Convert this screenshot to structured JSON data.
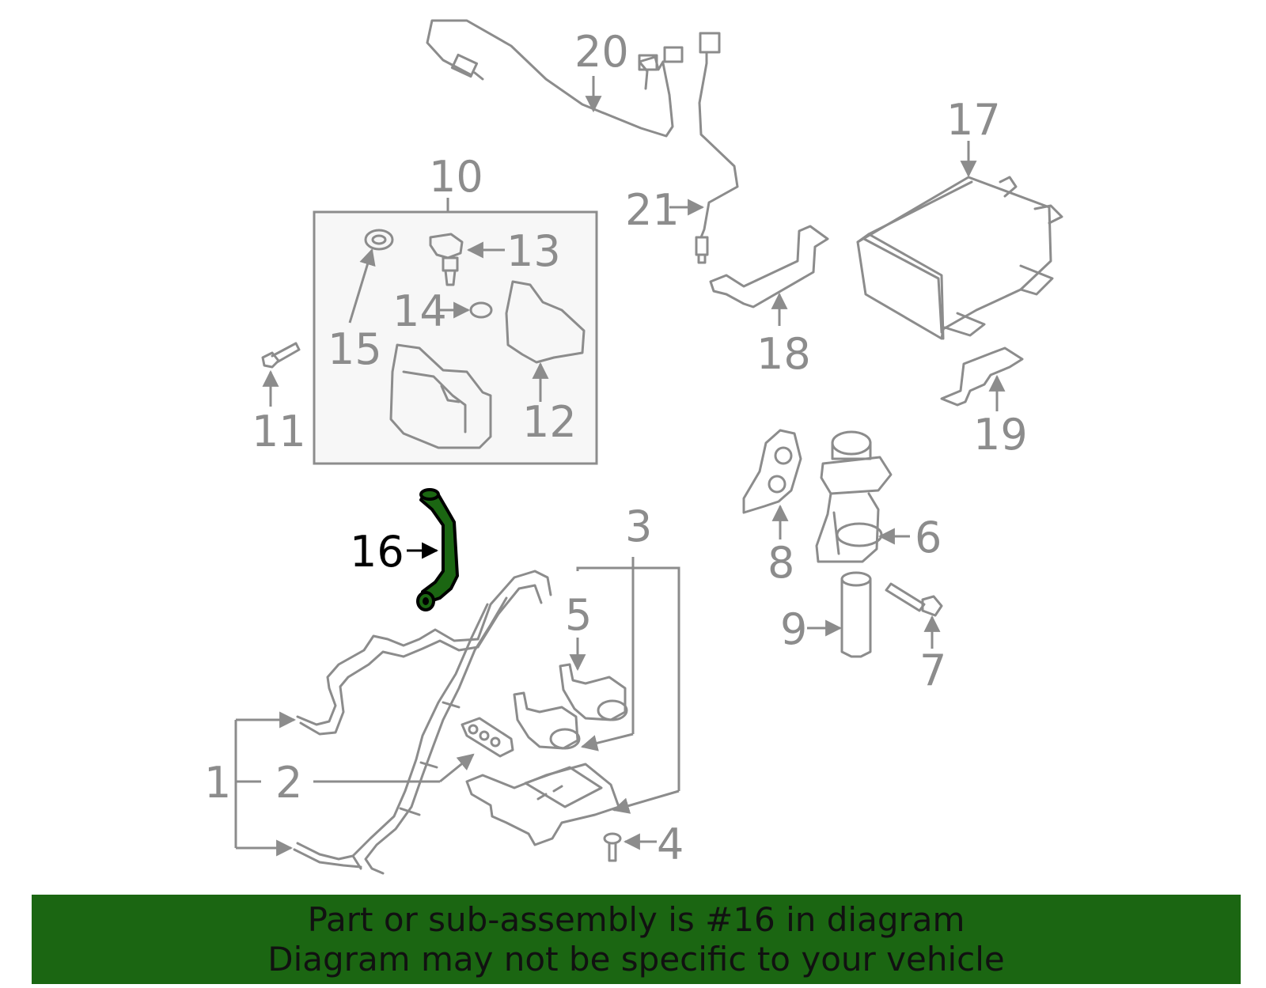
{
  "diagram": {
    "callouts": {
      "c1": "1",
      "c2": "2",
      "c3": "3",
      "c4": "4",
      "c5": "5",
      "c6": "6",
      "c7": "7",
      "c8": "8",
      "c9": "9",
      "c10": "10",
      "c11": "11",
      "c12": "12",
      "c13": "13",
      "c14": "14",
      "c15": "15",
      "c16": "16",
      "c17": "17",
      "c18": "18",
      "c19": "19",
      "c20": "20",
      "c21": "21"
    },
    "highlighted_part": "16",
    "highlight_color": "#1b6612",
    "line_color": "#8c8c8c"
  },
  "banner": {
    "line1": "Part or sub-assembly is #16 in diagram",
    "line2": "Diagram may not be specific to your vehicle",
    "background": "#1b6612"
  }
}
